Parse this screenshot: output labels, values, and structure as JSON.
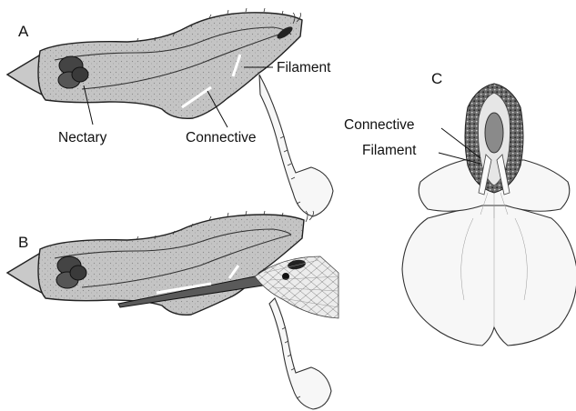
{
  "panels": {
    "a": {
      "letter": "A"
    },
    "b": {
      "letter": "B"
    },
    "c": {
      "letter": "C"
    }
  },
  "labels": {
    "a_filament": "Filament",
    "a_nectary": "Nectary",
    "a_connective": "Connective",
    "c_connective": "Connective",
    "c_filament": "Filament"
  },
  "colors": {
    "corolla_fill": "#c9c9c9",
    "outline": "#222222",
    "nectary": "#444444",
    "lip_fill": "#f7f7f7",
    "background": "#ffffff"
  }
}
